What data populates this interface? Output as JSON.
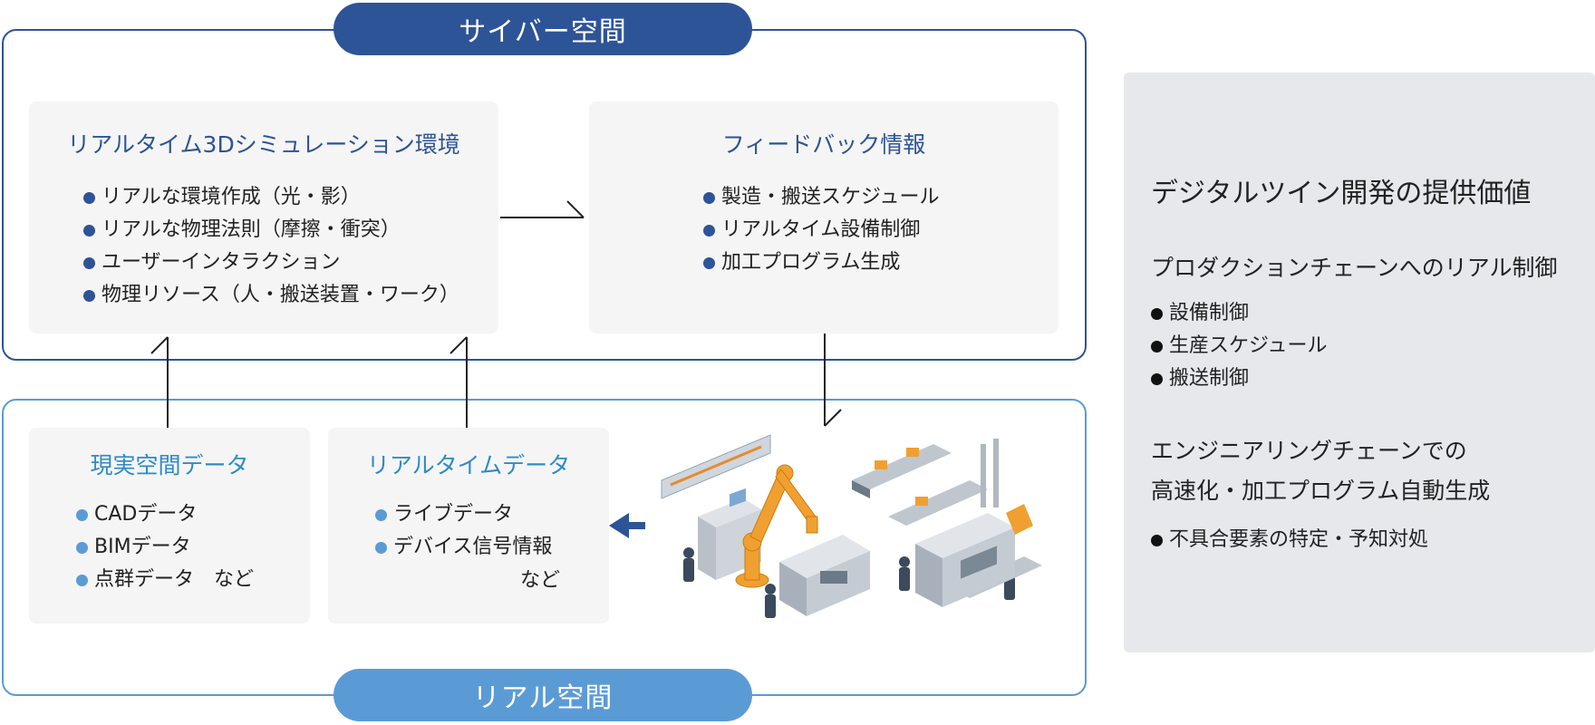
{
  "cyber_space": {
    "label": "サイバー空間",
    "color": "#2d5496"
  },
  "real_space": {
    "label": "リアル空間",
    "color": "#5b9bd5"
  },
  "simulation_box": {
    "title": "リアルタイム3Dシミュレーション環境",
    "items": [
      "リアルな環境作成（光・影）",
      "リアルな物理法則（摩擦・衝突）",
      "ユーザーインタラクション",
      "物理リソース（人・搬送装置・ワーク）"
    ]
  },
  "feedback_box": {
    "title": "フィードバック情報",
    "items": [
      "製造・搬送スケジュール",
      "リアルタイム設備制御",
      "加工プログラム生成"
    ]
  },
  "genjitsu_box": {
    "title": "現実空間データ",
    "items": [
      "CADデータ",
      "BIMデータ",
      "点群データ　など"
    ]
  },
  "realtime_box": {
    "title": "リアルタイムデータ",
    "items": [
      "ライブデータ",
      "デバイス信号情報"
    ],
    "note": "など"
  },
  "factory_illustration": {
    "icon": "factory-illustration"
  },
  "value_panel": {
    "heading": "デジタルツイン開発の提供価値",
    "section1_title": "プロダクションチェーンへのリアル制御",
    "section1_items": [
      "設備制御",
      "生産スケジュール",
      "搬送制御"
    ],
    "section2_title_line1": "エンジニアリングチェーンでの",
    "section2_title_line2": "高速化・加工プログラム自動生成",
    "section2_items": [
      "不具合要素の特定・予知対処"
    ]
  }
}
